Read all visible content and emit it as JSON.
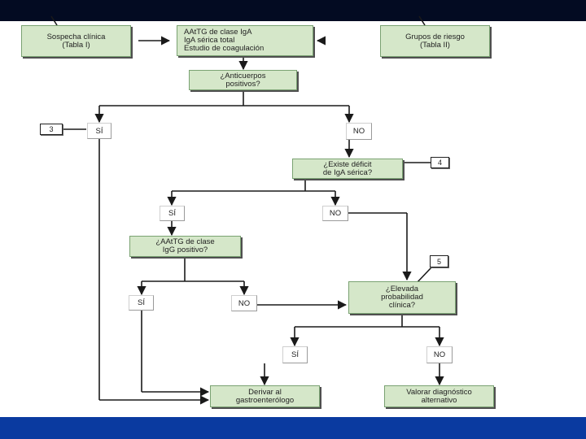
{
  "colors": {
    "header_bar": "#030b22",
    "footer_bar": "#0a3aa0",
    "box_fill": "#d5e7c9",
    "box_border": "#7aa272",
    "line": "#1a1a1a"
  },
  "diagram": {
    "sospecha": "Sospecha clínica\n(Tabla I)",
    "aatg_iga": "AAtTG de clase IgA\nIgA sérica total\nEstudio de coagulación",
    "grupos": "Grupos de riesgo\n(Tabla II)",
    "anticuerpos": "¿Anticuerpos\npositivos?",
    "ref3": "3",
    "si1": "SÍ",
    "no1": "NO",
    "deficit": "¿Existe déficit\nde IgA sérica?",
    "ref4": "4",
    "si2": "SÍ",
    "no2": "NO",
    "aatg_igg": "¿AAtTG de clase\nIgG positivo?",
    "ref5": "5",
    "si3": "SÍ",
    "no3": "NO",
    "elevada": "¿Elevada\nprobabilidad\nclínica?",
    "si4": "SÍ",
    "no4": "NO",
    "derivar": "Derivar al\ngastroenterólogo",
    "valorar": "Valorar diagnóstico\nalternativo"
  }
}
